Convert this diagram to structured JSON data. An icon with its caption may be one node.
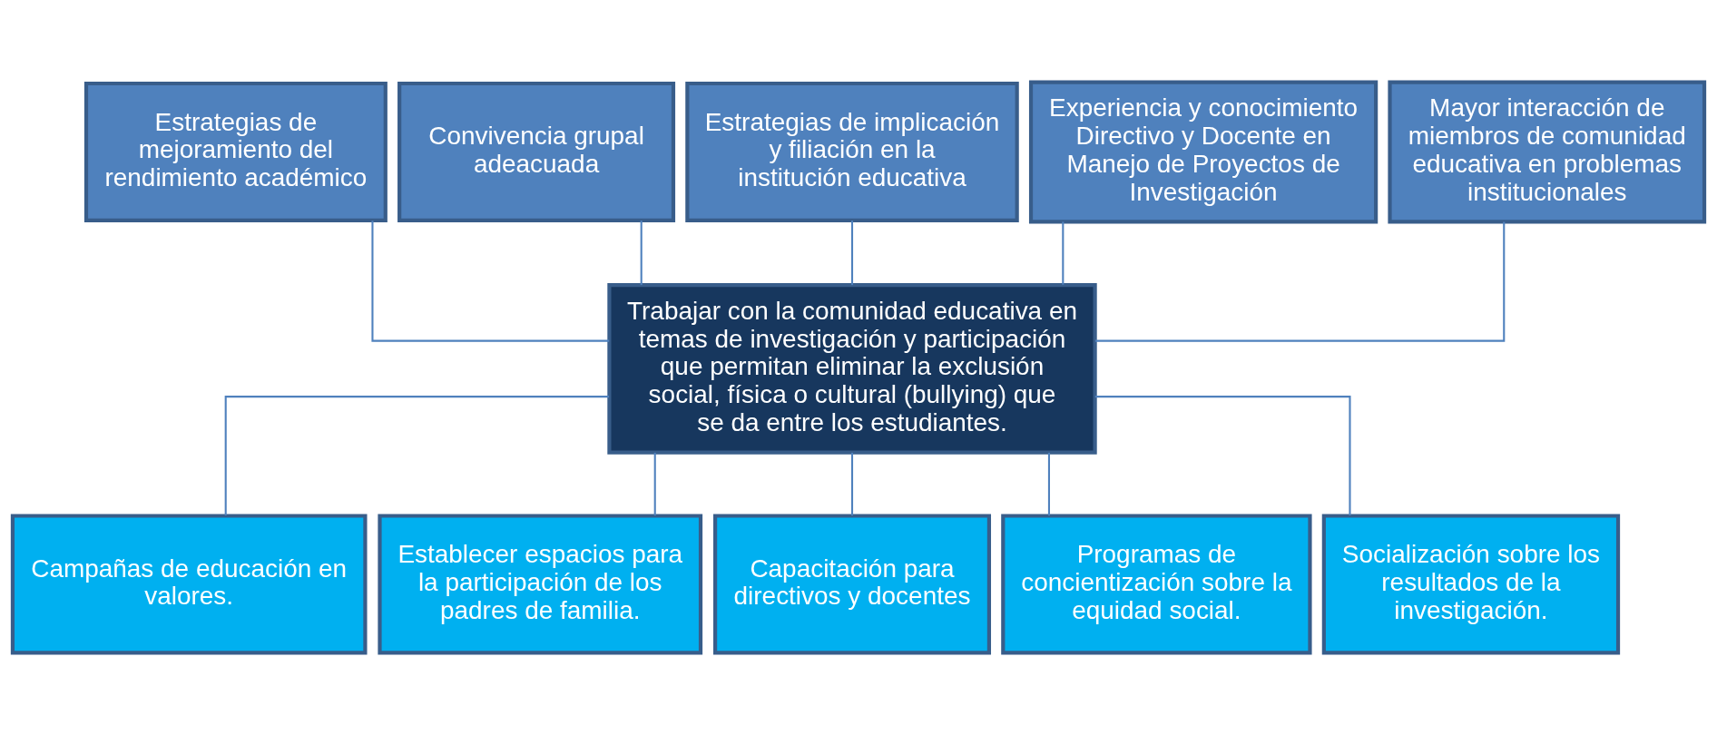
{
  "diagram": {
    "nodes": [
      {
        "text": [
          "Estrategias de mejoramiento del rendimiento académico"
        ]
      },
      {
        "text": [
          "Convivencia grupal adeacuada"
        ]
      },
      {
        "text": [
          "Estrategias de implicación y filiación en la institución educativa"
        ]
      },
      {
        "text": [
          "Experiencia y conocimiento Directivo y Docente en Manejo de Proyectos de Investigación"
        ]
      },
      {
        "text": [
          "Mayor interacción de miembros de comunidad educativa en problemas institucionales"
        ]
      },
      {
        "text": [
          "Trabajar con la comunidad educativa en temas de investigación y participación que permitan eliminar la exclusión social, física o cultural (bullying) que se da entre los estudiantes."
        ]
      },
      {
        "text": [
          "Campañas de educación en valores."
        ]
      },
      {
        "text": [
          "Establecer espacios para la participación de los padres de familia."
        ]
      },
      {
        "text": [
          "Capacitación para directivos y docentes"
        ]
      },
      {
        "text": [
          "Programas de concientización sobre la equidad social."
        ]
      },
      {
        "text": [
          "Socialización sobre los resultados de la investigación."
        ]
      }
    ],
    "edges": [
      {
        "from": 0,
        "to": 5,
        "arrow": "none"
      },
      {
        "from": 1,
        "to": 5,
        "arrow": "none"
      },
      {
        "from": 2,
        "to": 5,
        "arrow": "none"
      },
      {
        "from": 3,
        "to": 5,
        "arrow": "none"
      },
      {
        "from": 4,
        "to": 5,
        "arrow": "none"
      },
      {
        "from": 5,
        "to": 6,
        "arrow": "none"
      },
      {
        "from": 5,
        "to": 7,
        "arrow": "none"
      },
      {
        "from": 5,
        "to": 8,
        "arrow": "none"
      },
      {
        "from": 5,
        "to": 9,
        "arrow": "none"
      },
      {
        "from": 5,
        "to": 10,
        "arrow": "none"
      }
    ]
  }
}
